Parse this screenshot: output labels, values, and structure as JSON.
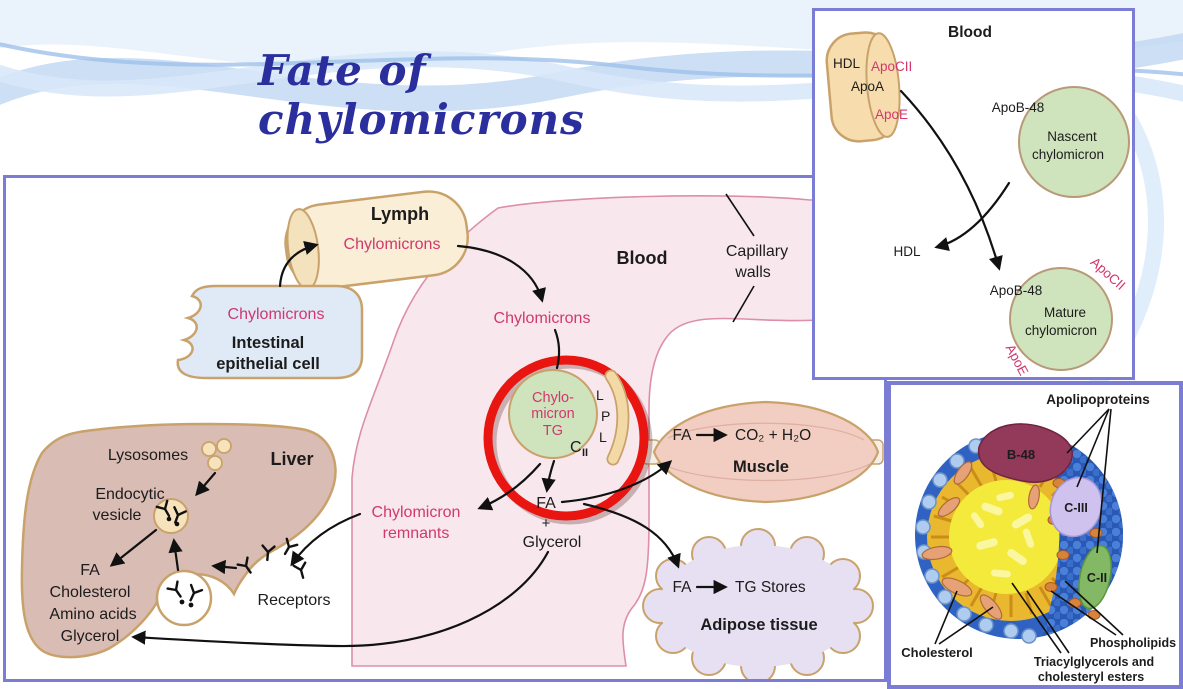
{
  "title": {
    "text": "Fate of chylomicrons"
  },
  "colors": {
    "title": "#2b2f9e",
    "panel_border": "#7b7dd4",
    "pink_label": "#d2376e",
    "red_circle": "#e81510",
    "vessel_fill": "#f8e8ee",
    "chylomicron_green": "#cfe3bd",
    "lymph_tan": "#faeed6",
    "liver_fill": "#d9bcb4",
    "muscle_fill": "#f1cdc2",
    "adipose_fill": "#e6e0f2"
  },
  "main_diagram": {
    "lymph": {
      "label": "Lymph",
      "chylomicrons": "Chylomicrons"
    },
    "intestinal_cell": {
      "chylomicrons": "Chylomicrons",
      "name_line1": "Intestinal",
      "name_line2": "epithelial cell"
    },
    "blood": {
      "label": "Blood",
      "chylomicrons": "Chylomicrons",
      "capillary_line1": "Capillary",
      "capillary_line2": "walls"
    },
    "chylomicron_particle": {
      "line1": "Chylo-",
      "line2": "micron",
      "line3": "TG",
      "c": "C",
      "c_sub": "II",
      "lpl": [
        "L",
        "P",
        "L"
      ]
    },
    "hydrolysis": {
      "fa": "FA",
      "plus": "+",
      "glycerol": "Glycerol"
    },
    "remnants": {
      "line1": "Chylomicron",
      "line2": "remnants"
    },
    "muscle": {
      "label": "Muscle",
      "eq_fa": "FA",
      "eq_products": "CO₂ + H₂O"
    },
    "adipose": {
      "label": "Adipose tissue",
      "eq_fa": "FA",
      "eq_products": "TG Stores"
    },
    "liver": {
      "label": "Liver",
      "lysosomes": "Lysosomes",
      "endocytic_line1": "Endocytic",
      "endocytic_line2": "vesicle",
      "products": [
        "FA",
        "Cholesterol",
        "Amino acids",
        "Glycerol"
      ],
      "receptors": "Receptors"
    }
  },
  "blood_inset": {
    "title": "Blood",
    "hdl_particle": {
      "hdl": "HDL",
      "apoc2": "ApoCII",
      "apoa": "ApoA",
      "apoe": "ApoE"
    },
    "nascent": {
      "apob": "ApoB-48",
      "line1": "Nascent",
      "line2": "chylomicron"
    },
    "hdl_label": "HDL",
    "mature": {
      "apob": "ApoB-48",
      "line1": "Mature",
      "line2": "chylomicron",
      "apoc2": "ApoCII",
      "apoe": "ApoE"
    }
  },
  "structure_inset": {
    "apolipoproteins": "Apolipoproteins",
    "b48": "B-48",
    "c3": "C-III",
    "c2": "C-II",
    "cholesterol": "Cholesterol",
    "phospholipids": "Phospholipids",
    "tg_line1": "Triacylglycerols and",
    "tg_line2": "cholesteryl esters"
  }
}
